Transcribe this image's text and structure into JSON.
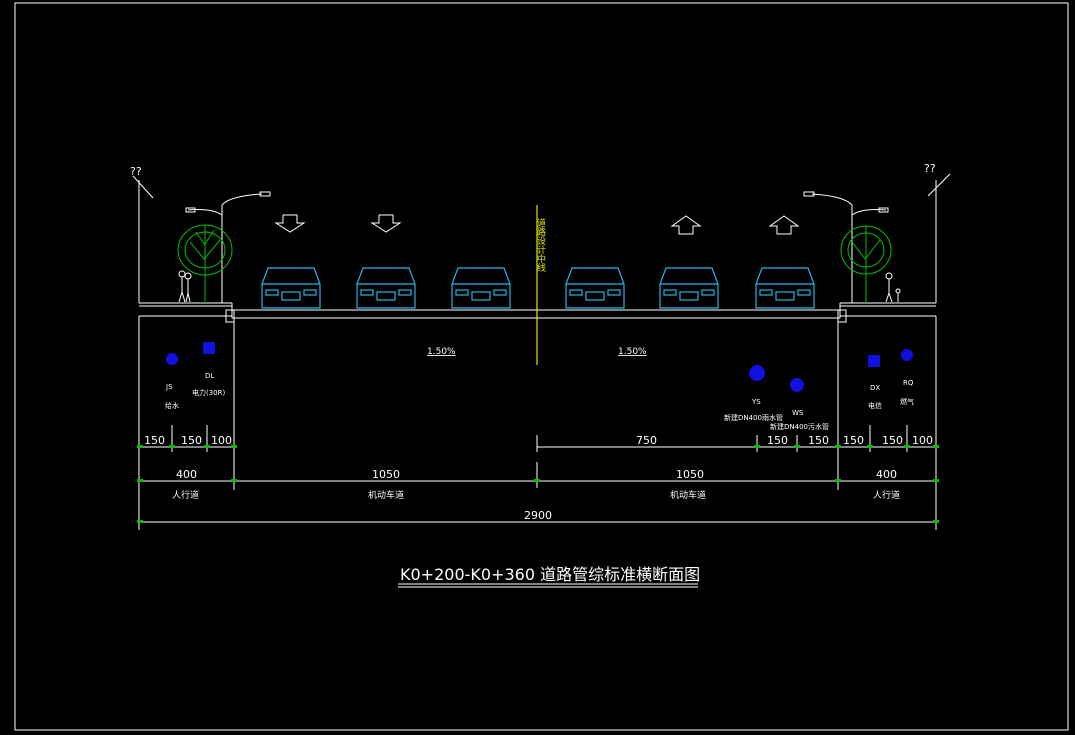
{
  "corner_marks": {
    "left": "??",
    "right": "??"
  },
  "centerline_label": "道路设计中线",
  "slopes": {
    "left": "1.50%",
    "right": "1.50%"
  },
  "pipes": {
    "js": {
      "code": "JS",
      "name": "给水",
      "color": "#1010e0"
    },
    "dl": {
      "code": "DL",
      "name": "电力(30R)",
      "color": "#1010e0"
    },
    "ys": {
      "code": "YS",
      "name": "新建DN400雨水管",
      "color": "#1010e0"
    },
    "ws": {
      "code": "WS",
      "name": "新建DN400污水管",
      "color": "#1010e0"
    },
    "dx": {
      "code": "DX",
      "name": "电信",
      "color": "#1010e0"
    },
    "rq": {
      "code": "RQ",
      "name": "燃气",
      "color": "#1010e0"
    }
  },
  "dimensions": {
    "row1_left": [
      "150",
      "150",
      "100"
    ],
    "row1_right_750": "750",
    "row1_right_mid": [
      "150",
      "150"
    ],
    "row1_right_side": [
      "150",
      "150",
      "100"
    ],
    "row2": [
      "400",
      "1050",
      "1050",
      "400"
    ],
    "total": "2900"
  },
  "zones": [
    "人行道",
    "机动车道",
    "机动车道",
    "人行道"
  ],
  "title": "K0+200-K0+360  道路管综标准横断面图",
  "colors": {
    "cyan": "#28b4e6",
    "green": "#00c000",
    "yellow": "#e6e600",
    "white": "#ffffff"
  }
}
